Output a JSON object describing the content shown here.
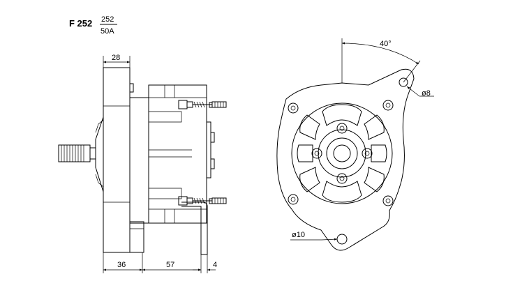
{
  "model": "F 252",
  "fraction": {
    "numerator": "252",
    "denominator": "50A"
  },
  "dimensions": {
    "top_width": "28",
    "bottom_1": "36",
    "bottom_2": "57",
    "bottom_3": "4",
    "angle": "40°",
    "hole_small": "ø8",
    "hole_large": "ø10"
  }
}
